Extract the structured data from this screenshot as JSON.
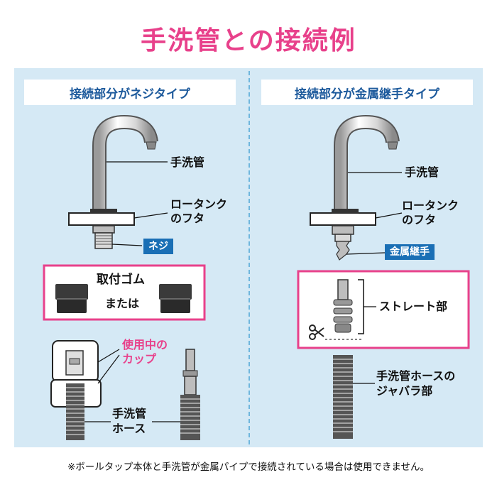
{
  "title": "手洗管との接続例",
  "colors": {
    "title": "#e8418b",
    "panel": "#d5e9f5",
    "header_text": "#1d5a9c",
    "tag_bg": "#1a6fb5",
    "accent_pink": "#e8418b"
  },
  "left_panel": {
    "header": "接続部分がネジタイプ",
    "faucet_label": "手洗管",
    "lid_label_line1": "ロータンク",
    "lid_label_line2": "のフタ",
    "thread_tag": "ネジ",
    "rubber_box_title": "取付ゴム",
    "rubber_box_or": "または",
    "cup_label_line1": "使用中の",
    "cup_label_line2": "カップ",
    "hose_label_line1": "手洗管",
    "hose_label_line2": "ホース"
  },
  "right_panel": {
    "header": "接続部分が金属継手タイプ",
    "faucet_label": "手洗管",
    "lid_label_line1": "ロータンク",
    "lid_label_line2": "のフタ",
    "fitting_tag": "金属継手",
    "straight_label": "ストレート部",
    "hose_label_line1": "手洗管ホースの",
    "hose_label_line2": "ジャバラ部"
  },
  "footnote": "※ボールタップ本体と手洗管が金属パイプで接続されている場合は使用できません。"
}
